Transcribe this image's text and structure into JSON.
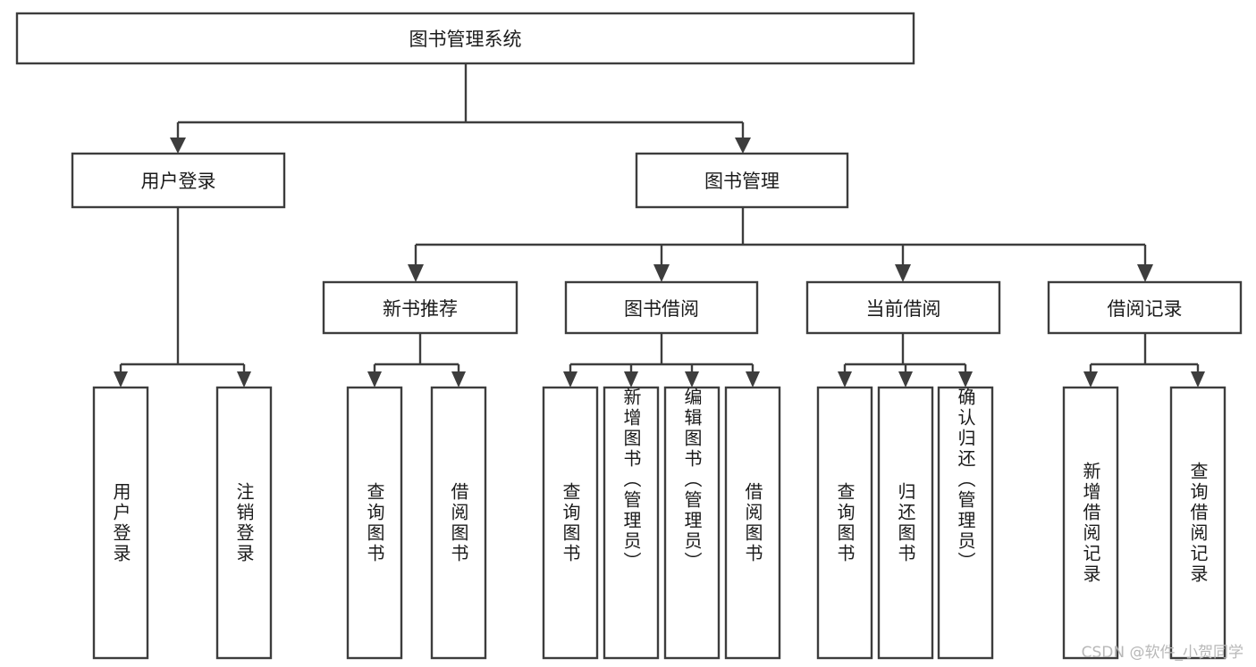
{
  "diagram": {
    "title": "图书管理系统",
    "watermark": "CSDN @软件_小贺同学",
    "colors": {
      "stroke": "#3d3d3d",
      "fill": "#ffffff",
      "text": "#1b1b1b",
      "watermark": "#b8b8b8"
    },
    "root": {
      "label": "图书管理系统"
    },
    "level2": [
      {
        "label": "用户登录"
      },
      {
        "label": "图书管理"
      }
    ],
    "level3": [
      {
        "label": "新书推荐"
      },
      {
        "label": "图书借阅"
      },
      {
        "label": "当前借阅"
      },
      {
        "label": "借阅记录"
      }
    ],
    "leaves": {
      "user_login": [
        {
          "label": "用户登录"
        },
        {
          "label": "注销登录"
        }
      ],
      "new_book_recommend": [
        {
          "label": "查询图书"
        },
        {
          "label": "借阅图书"
        }
      ],
      "book_borrow": [
        {
          "label": "查询图书"
        },
        {
          "label": "新增图书（管理员）"
        },
        {
          "label": "编辑图书（管理员）"
        },
        {
          "label": "借阅图书"
        }
      ],
      "current_borrow": [
        {
          "label": "查询图书"
        },
        {
          "label": "归还图书"
        },
        {
          "label": "确认归还（管理员）"
        }
      ],
      "borrow_record": [
        {
          "label": "新增借阅记录"
        },
        {
          "label": "查询借阅记录"
        }
      ]
    }
  }
}
